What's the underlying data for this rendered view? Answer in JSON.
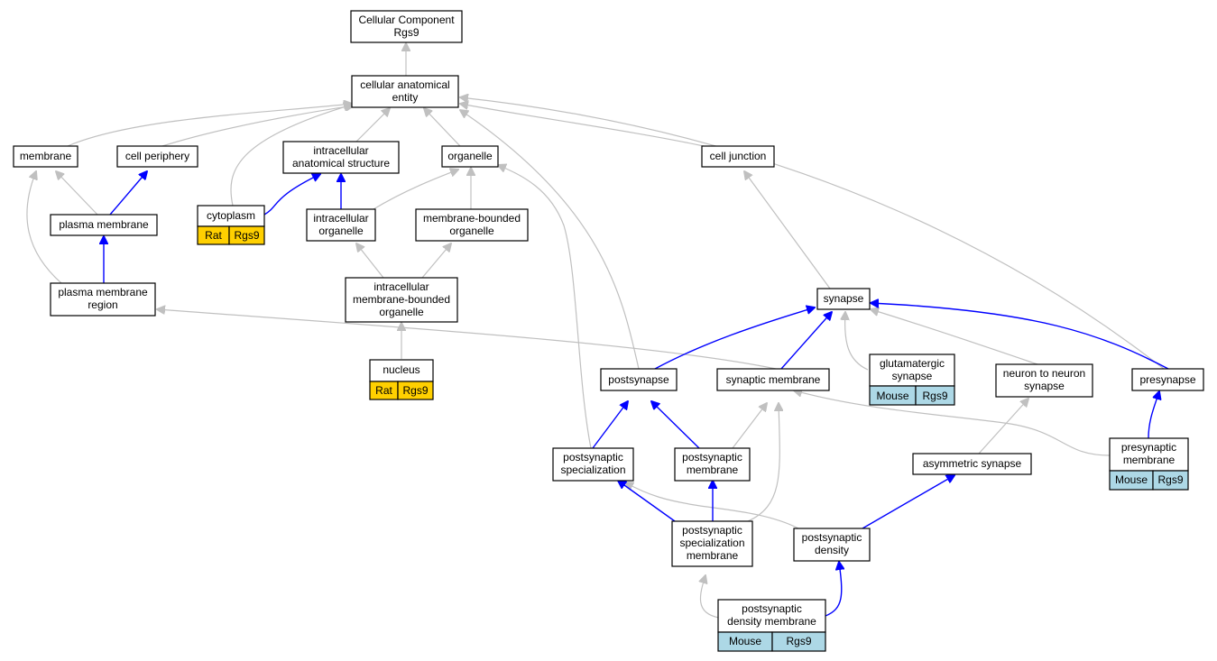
{
  "legend_colors": {
    "is_a_edge": "#c0c0c0",
    "part_of_edge": "#0000ff",
    "rat_annotation": "#ffd000",
    "mouse_annotation": "#add8e6"
  },
  "nodes": {
    "root": [
      "Cellular Component",
      "Rgs9"
    ],
    "cellular_anatomical_entity": [
      "cellular anatomical",
      "entity"
    ],
    "membrane": [
      "membrane"
    ],
    "cell_periphery": [
      "cell periphery"
    ],
    "intracellular_anatomical_structure": [
      "intracellular",
      "anatomical structure"
    ],
    "organelle": [
      "organelle"
    ],
    "cell_junction": [
      "cell junction"
    ],
    "plasma_membrane": [
      "plasma membrane"
    ],
    "cytoplasm": [
      "cytoplasm"
    ],
    "intracellular_organelle": [
      "intracellular",
      "organelle"
    ],
    "membrane_bounded_organelle": [
      "membrane-bounded",
      "organelle"
    ],
    "plasma_membrane_region": [
      "plasma membrane",
      "region"
    ],
    "intracellular_membrane_bounded_organelle": [
      "intracellular",
      "membrane-bounded",
      "organelle"
    ],
    "synapse": [
      "synapse"
    ],
    "nucleus": [
      "nucleus"
    ],
    "postsynapse": [
      "postsynapse"
    ],
    "synaptic_membrane": [
      "synaptic membrane"
    ],
    "glutamatergic_synapse": [
      "glutamatergic",
      "synapse"
    ],
    "neuron_to_neuron_synapse": [
      "neuron to neuron",
      "synapse"
    ],
    "presynapse": [
      "presynapse"
    ],
    "postsynaptic_specialization": [
      "postsynaptic",
      "specialization"
    ],
    "postsynaptic_membrane": [
      "postsynaptic",
      "membrane"
    ],
    "asymmetric_synapse": [
      "asymmetric synapse"
    ],
    "presynaptic_membrane": [
      "presynaptic",
      "membrane"
    ],
    "postsynaptic_specialization_membrane": [
      "postsynaptic",
      "specialization",
      "membrane"
    ],
    "postsynaptic_density": [
      "postsynaptic",
      "density"
    ],
    "postsynaptic_density_membrane": [
      "postsynaptic",
      "density membrane"
    ]
  },
  "annotations": {
    "cytoplasm": {
      "species": "Rat",
      "gene": "Rgs9"
    },
    "nucleus": {
      "species": "Rat",
      "gene": "Rgs9"
    },
    "glutamatergic_synapse": {
      "species": "Mouse",
      "gene": "Rgs9"
    },
    "presynaptic_membrane": {
      "species": "Mouse",
      "gene": "Rgs9"
    },
    "postsynaptic_density_membrane": {
      "species": "Mouse",
      "gene": "Rgs9"
    }
  }
}
